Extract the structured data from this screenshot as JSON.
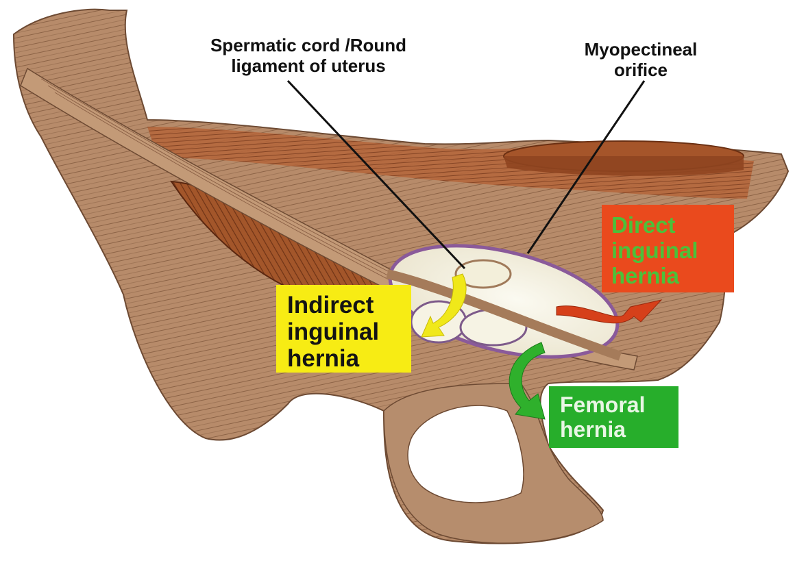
{
  "labels": {
    "spermatic_cord": [
      "Spermatic cord /Round",
      "ligament of uterus"
    ],
    "myopectineal": [
      "Myopectineal",
      "orifice"
    ],
    "indirect": [
      "Indirect",
      "inguinal",
      "hernia"
    ],
    "direct": [
      "Direct",
      "inguinal",
      "hernia"
    ],
    "femoral": [
      "Femoral",
      "hernia"
    ]
  },
  "colors": {
    "indirect_box": "#f7ec14",
    "direct_box": "#ea4a1d",
    "direct_text": "#4cc03a",
    "femoral_box": "#27ae2b",
    "bone": "#b48c6c",
    "muscle": "#a65a2e",
    "orifice_fill": "#f4f1e2"
  },
  "arrows": [
    {
      "name": "indirect-arrow",
      "color": "#f0e81a"
    },
    {
      "name": "direct-arrow",
      "color": "#d6401a"
    },
    {
      "name": "femoral-arrow",
      "color": "#2fb02c"
    }
  ]
}
